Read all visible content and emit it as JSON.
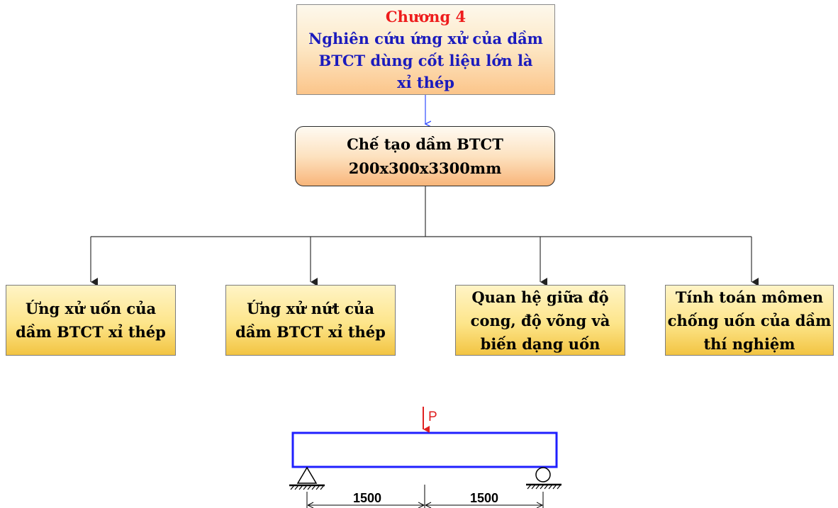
{
  "top_box": {
    "chapter": "Chương 4",
    "title_lines": [
      "Nghiên cứu ứng xử của dầm",
      "BTCT dùng cốt liệu lớn là",
      "xỉ thép"
    ]
  },
  "mid_box": {
    "lines": [
      "Chế tạo dầm BTCT",
      "200x300x3300mm"
    ]
  },
  "leaves": [
    {
      "lines": [
        "Ứng xử uốn của",
        "dầm BTCT xỉ thép"
      ]
    },
    {
      "lines": [
        "Ứng xử nứt của",
        "dầm BTCT xỉ thép"
      ]
    },
    {
      "lines": [
        "Quan hệ giữa độ",
        "cong, độ võng và",
        "biến dạng uốn"
      ]
    },
    {
      "lines": [
        "Tính toán mômen",
        "chống uốn của dầm",
        "thí nghiệm"
      ]
    }
  ],
  "beam": {
    "load_label": "P",
    "span_left": "1500",
    "span_right": "1500"
  },
  "colors": {
    "connector_blue": "#2f4bff",
    "beam_blue": "#1f1fff",
    "load_red": "#e02020",
    "chapter_red": "#ee1c1c",
    "title_blue": "#1b1bbd"
  }
}
